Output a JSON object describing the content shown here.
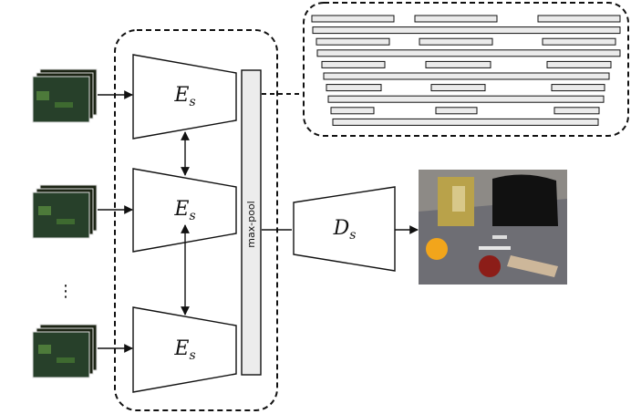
{
  "encoders": [
    {
      "name": "E",
      "sub": "s"
    },
    {
      "name": "E",
      "sub": "s"
    },
    {
      "name": "E",
      "sub": "s"
    }
  ],
  "pool_label": "max-pool",
  "decoder": {
    "name": "D",
    "sub": "s"
  },
  "ellipsis": "⋮",
  "colors": {
    "stroke": "#111111",
    "pool_fill": "#ececec",
    "bar_fill": "#ebebeb",
    "frame_dark": "#1c2414",
    "frame_scene": "#27402a"
  }
}
